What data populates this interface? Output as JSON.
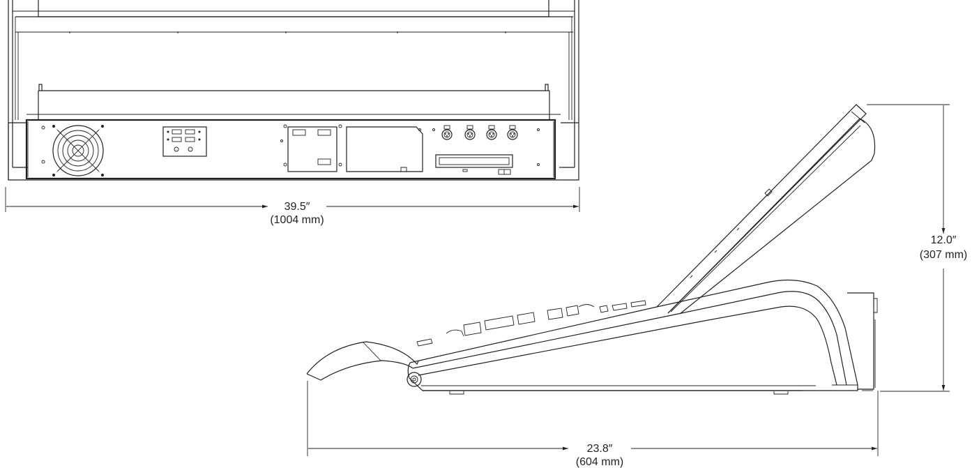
{
  "width_dimension": {
    "inches": "39.5″",
    "mm": "(1004 mm)"
  },
  "height_dimension": {
    "inches": "12.0″",
    "mm": "(307 mm)"
  },
  "depth_dimension": {
    "inches": "23.8″",
    "mm": "(604 mm)"
  }
}
